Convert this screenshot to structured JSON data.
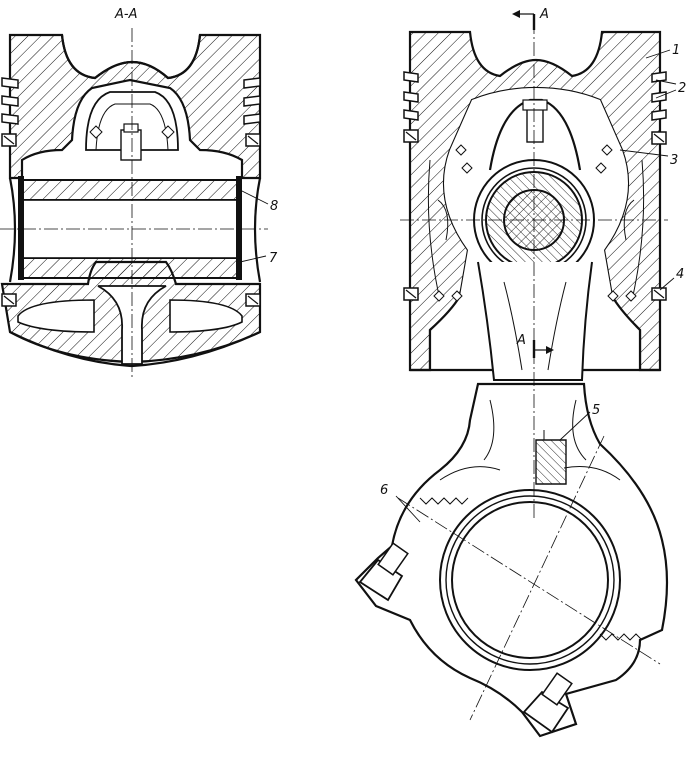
{
  "section_title": "A-A",
  "cut_marks": {
    "top": "A",
    "bottom": "A"
  },
  "callouts": [
    {
      "id": "1",
      "text": "1"
    },
    {
      "id": "2",
      "text": "2"
    },
    {
      "id": "3",
      "text": "3"
    },
    {
      "id": "4",
      "text": "4"
    },
    {
      "id": "5",
      "text": "5"
    },
    {
      "id": "6",
      "text": "6"
    },
    {
      "id": "7",
      "text": "7"
    },
    {
      "id": "8",
      "text": "8"
    }
  ],
  "colors": {
    "ink": "#111111",
    "paper": "#ffffff"
  }
}
